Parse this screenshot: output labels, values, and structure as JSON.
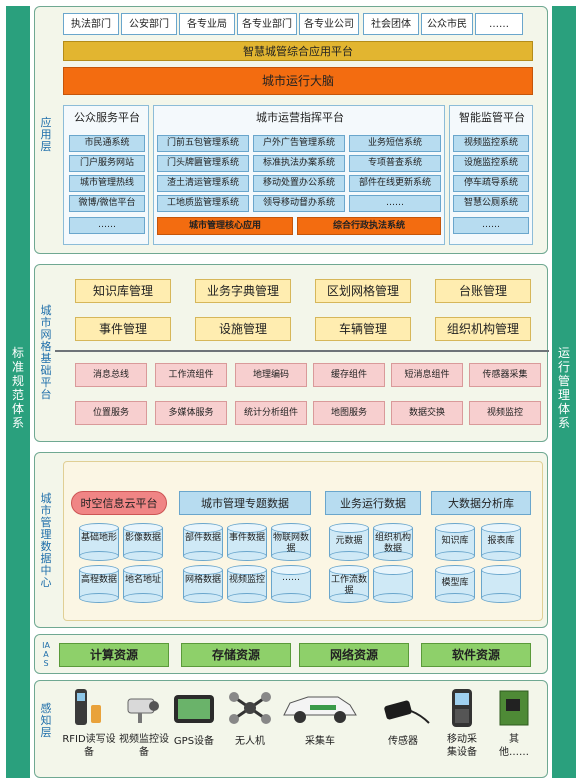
{
  "left_side": "标准规范体系",
  "right_side": "运行管理体系",
  "application": {
    "title": "应用层",
    "users": [
      "执法部门",
      "公安部门",
      "各专业局",
      "各专业部门",
      "各专业公司",
      "社会团体",
      "公众市民",
      "……"
    ],
    "platform": "智慧城管综合应用平台",
    "brain": "城市运行大脑",
    "public_service": {
      "title": "公众服务平台",
      "items": [
        "市民通系统",
        "门户服务网站",
        "城市管理热线",
        "微博/微信平台",
        "……"
      ]
    },
    "command": {
      "title": "城市运营指挥平台",
      "items": [
        "门前五包管理系统",
        "户外广告管理系统",
        "业务短信系统",
        "门头牌匾管理系统",
        "标准执法办案系统",
        "专项普查系统",
        "渣土清运管理系统",
        "移动处置办公系统",
        "部件在线更新系统",
        "工地质监管理系统",
        "领导移动督办系统",
        "……"
      ],
      "core": [
        "城市管理核心应用",
        "综合行政执法系统"
      ]
    },
    "monitor": {
      "title": "智能监管平台",
      "items": [
        "视频监控系统",
        "设施监控系统",
        "停车疏导系统",
        "智慧公厕系统",
        "……"
      ]
    }
  },
  "grid": {
    "title": "城市网格基础平台",
    "mgmt": [
      "知识库管理",
      "业务字典管理",
      "区划网格管理",
      "台账管理",
      "事件管理",
      "设施管理",
      "车辆管理",
      "组织机构管理"
    ],
    "components": [
      "消息总线",
      "工作流组件",
      "地理编码",
      "缓存组件",
      "短消息组件",
      "传感器采集",
      "位置服务",
      "多媒体服务",
      "统计分析组件",
      "地图服务",
      "数据交换",
      "视频监控"
    ]
  },
  "data_center": {
    "title": "城市管理数据中心",
    "cloud": "时空信息云平台",
    "cloud_items": [
      "基础地形",
      "影像数据",
      "高程数据",
      "地名地址"
    ],
    "special": {
      "title": "城市管理专题数据",
      "items": [
        "部件数据",
        "事件数据",
        "物联网数据",
        "网格数据",
        "视频监控",
        "……"
      ]
    },
    "ops": {
      "title": "业务运行数据",
      "items": [
        "元数据",
        "组织机构数据",
        "工作流数据",
        ""
      ]
    },
    "bigdata": {
      "title": "大数据分析库",
      "items": [
        "知识库",
        "报表库",
        "模型库",
        ""
      ]
    }
  },
  "iaas": {
    "title": "IAAS",
    "items": [
      "计算资源",
      "存储资源",
      "网络资源",
      "软件资源"
    ]
  },
  "sensing": {
    "title": "感知层",
    "devices": [
      "RFID读写设备",
      "视频监控设备",
      "GPS设备",
      "无人机",
      "采集车",
      "传感器",
      "移动采集设备",
      "其他……"
    ]
  }
}
